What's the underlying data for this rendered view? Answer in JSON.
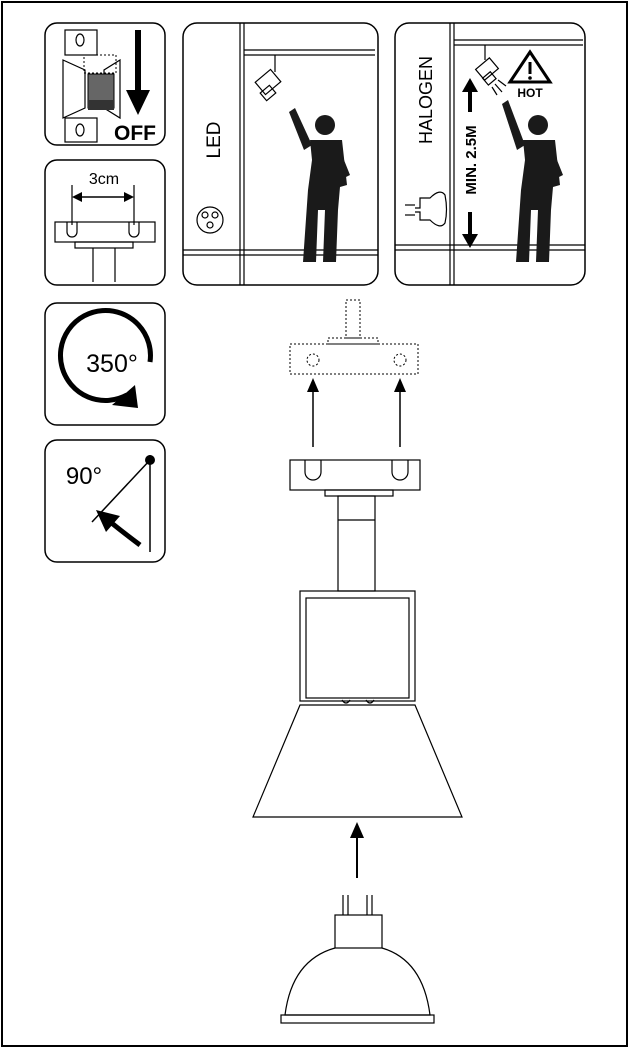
{
  "icons": {
    "power_off": {
      "label": "OFF",
      "icon": "power-switch-off-icon"
    },
    "spacing": {
      "label": "3cm",
      "icon": "mounting-spacing-icon"
    },
    "rotation": {
      "label": "350°",
      "icon": "rotate-arrow-icon"
    },
    "tilt": {
      "label": "90°",
      "icon": "tilt-angle-icon"
    }
  },
  "warnings": {
    "led": {
      "label": "LED",
      "icon": "led-bulb-icon"
    },
    "halogen": {
      "label": "HALOGEN",
      "distance": "MIN. 2.5M",
      "hot": "HOT",
      "icon": "hot-warning-icon"
    }
  },
  "colors": {
    "ink": "#000000",
    "paper": "#ffffff",
    "figure": "#1a1a1a"
  }
}
